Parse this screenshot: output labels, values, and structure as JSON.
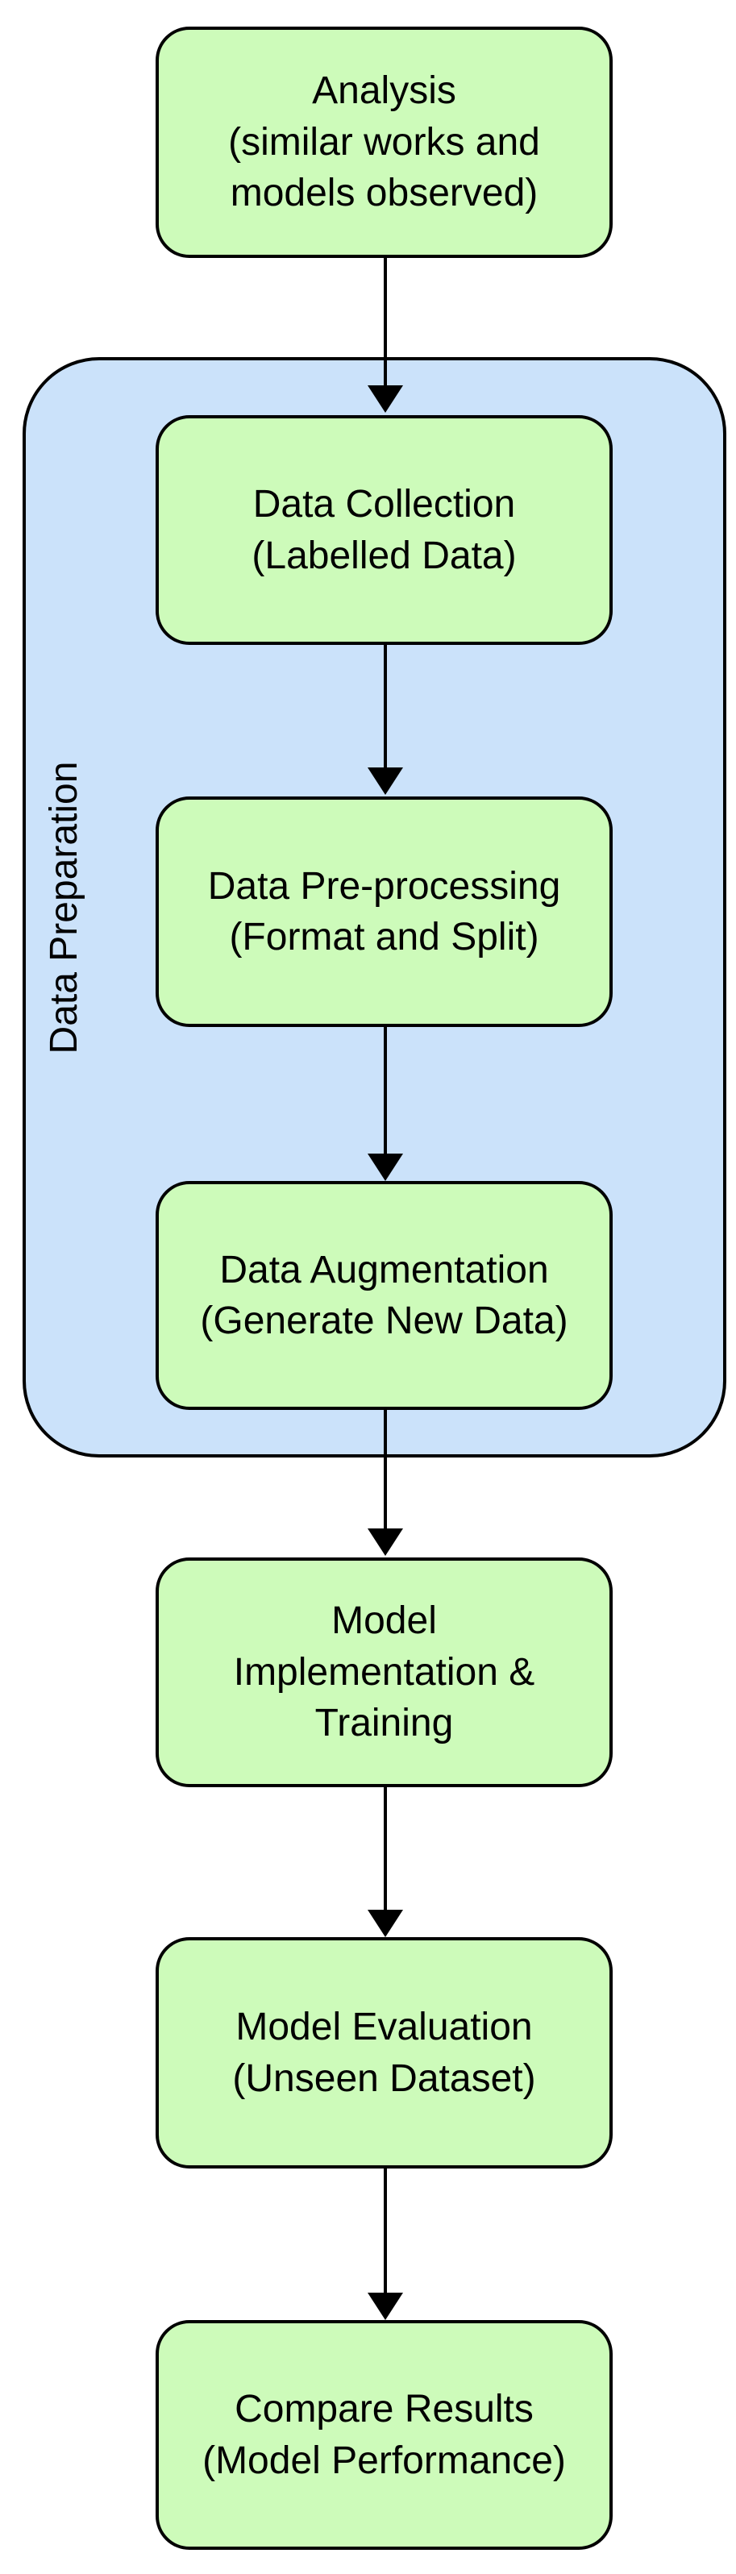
{
  "diagram": {
    "type": "flowchart",
    "direction": "top-to-bottom",
    "colors": {
      "node_fill": "#cdfbba",
      "node_stroke": "#000000",
      "group_fill": "#cbe2fa",
      "group_stroke": "#000000",
      "arrow": "#000000",
      "text": "#000000",
      "background": "#ffffff"
    },
    "group": {
      "id": "data-preparation",
      "label": "Data Preparation",
      "contains": [
        "data-collection",
        "data-pre-processing",
        "data-augmentation"
      ]
    },
    "nodes": [
      {
        "id": "analysis",
        "in_group": false,
        "lines": [
          "Analysis",
          "(similar works and",
          "models observed)"
        ]
      },
      {
        "id": "data-collection",
        "in_group": true,
        "lines": [
          "Data Collection",
          "(Labelled Data)"
        ]
      },
      {
        "id": "data-pre-processing",
        "in_group": true,
        "lines": [
          "Data Pre-processing",
          "(Format and Split)"
        ]
      },
      {
        "id": "data-augmentation",
        "in_group": true,
        "lines": [
          "Data Augmentation",
          "(Generate New Data)"
        ]
      },
      {
        "id": "model-implementation-training",
        "in_group": false,
        "lines": [
          "Model",
          "Implementation &",
          "Training"
        ]
      },
      {
        "id": "model-evaluation",
        "in_group": false,
        "lines": [
          "Model Evaluation",
          "(Unseen Dataset)"
        ]
      },
      {
        "id": "compare-results",
        "in_group": false,
        "lines": [
          "Compare Results",
          "(Model Performance)"
        ]
      }
    ],
    "edges": [
      {
        "from": "analysis",
        "to": "data-collection"
      },
      {
        "from": "data-collection",
        "to": "data-pre-processing"
      },
      {
        "from": "data-pre-processing",
        "to": "data-augmentation"
      },
      {
        "from": "data-augmentation",
        "to": "model-implementation-training"
      },
      {
        "from": "model-implementation-training",
        "to": "model-evaluation"
      },
      {
        "from": "model-evaluation",
        "to": "compare-results"
      }
    ]
  }
}
